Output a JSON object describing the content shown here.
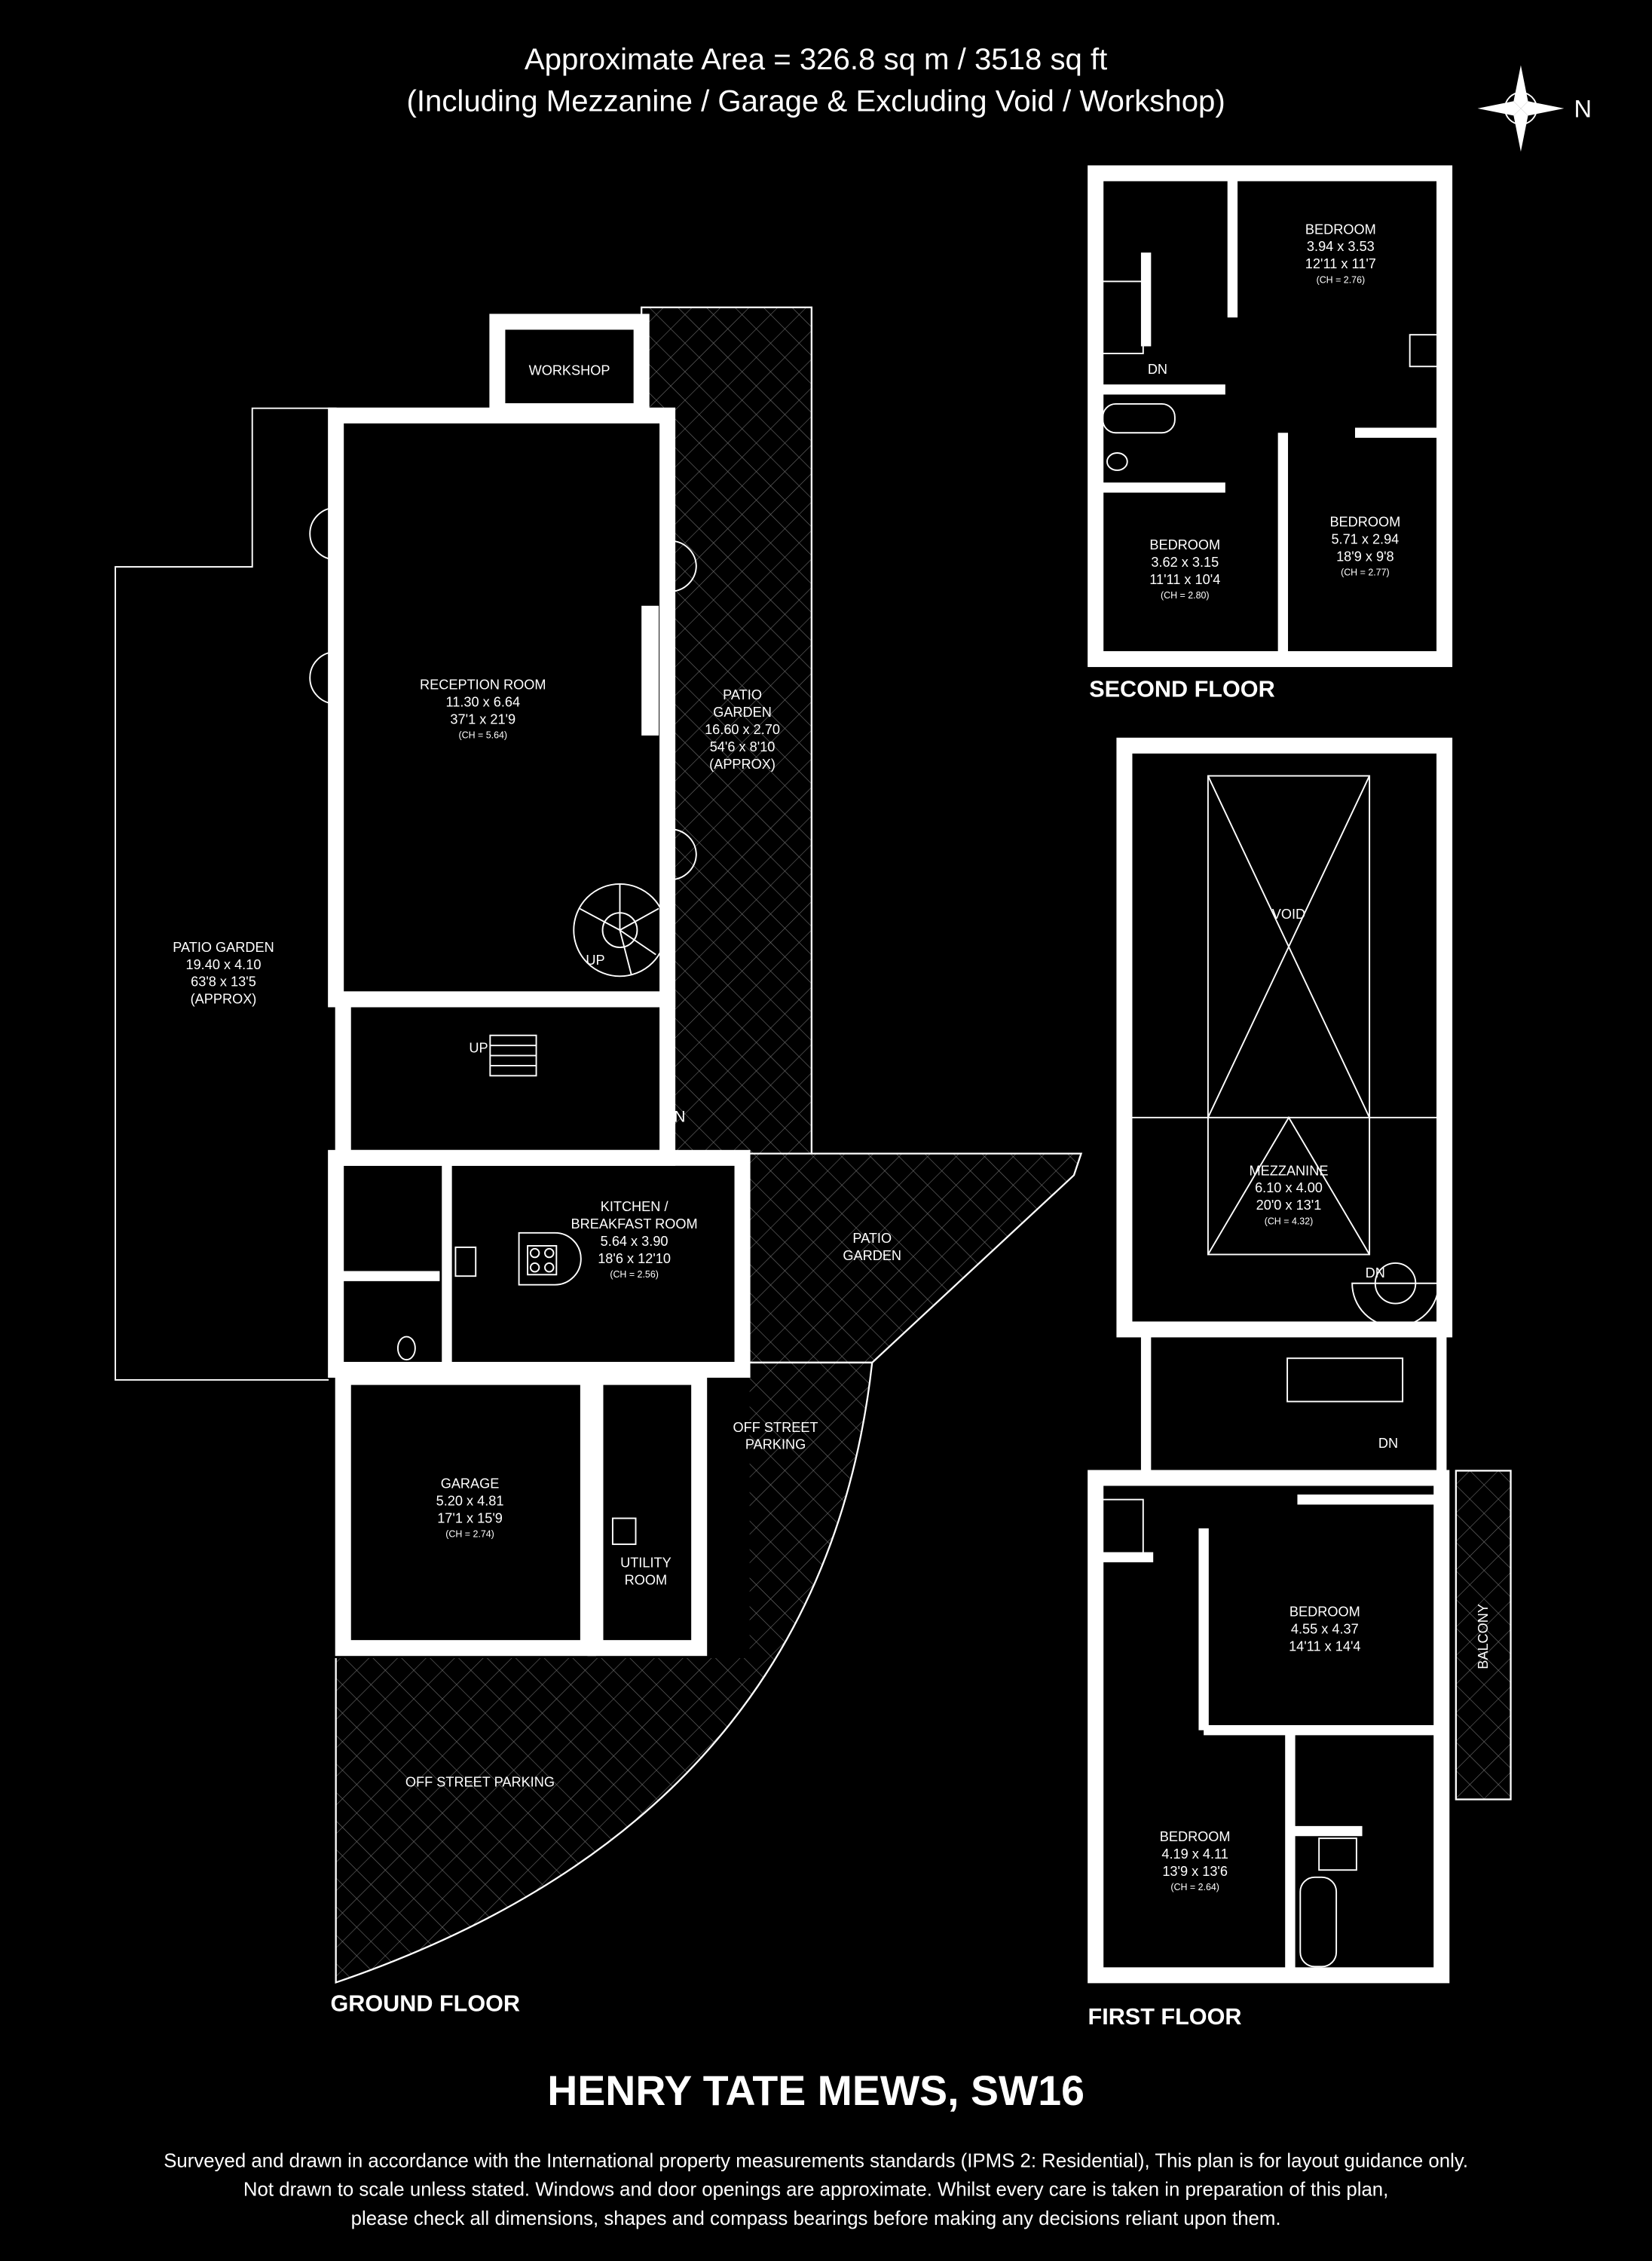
{
  "header": {
    "area_line": "Approximate Area = 326.8 sq m / 3518 sq ft",
    "note_line": "(Including Mezzanine / Garage & Excluding Void / Workshop)",
    "compass_label": "N"
  },
  "colors": {
    "background": "#000000",
    "lines": "#ffffff",
    "hatch": "#7a7a7a"
  },
  "ground_floor": {
    "title": "GROUND FLOOR",
    "workshop": "WORKSHOP",
    "reception": {
      "name": "RECEPTION ROOM",
      "metric": "11.30 x 6.64",
      "imperial": "37'1 x 21'9",
      "ch": "(CH = 5.64)"
    },
    "patio_right": {
      "l1": "PATIO",
      "l2": "GARDEN",
      "metric": "16.60 x 2.70",
      "imperial": "54'6 x 8'10",
      "approx": "(APPROX)"
    },
    "patio_left": {
      "name": "PATIO GARDEN",
      "metric": "19.40 x 4.10",
      "imperial": "63'8 x 13'5",
      "approx": "(APPROX)"
    },
    "kitchen": {
      "l1": "KITCHEN /",
      "l2": "BREAKFAST ROOM",
      "metric": "5.64 x 3.90",
      "imperial": "18'6 x 12'10",
      "ch": "(CH = 2.56)"
    },
    "patio_small": {
      "l1": "PATIO",
      "l2": "GARDEN"
    },
    "garage": {
      "name": "GARAGE",
      "metric": "5.20 x 4.81",
      "imperial": "17'1 x 15'9",
      "ch": "(CH = 2.74)"
    },
    "utility": {
      "l1": "UTILITY",
      "l2": "ROOM"
    },
    "parking_upper": {
      "l1": "OFF STREET",
      "l2": "PARKING"
    },
    "parking_lower": "OFF STREET PARKING",
    "stairs_up_1": "UP",
    "stairs_up_2": "UP",
    "entrance": "IN"
  },
  "second_floor": {
    "title": "SECOND FLOOR",
    "bed1": {
      "name": "BEDROOM",
      "metric": "3.94 x 3.53",
      "imperial": "12'11 x 11'7",
      "ch": "(CH = 2.76)"
    },
    "bed2": {
      "name": "BEDROOM",
      "metric": "3.62 x 3.15",
      "imperial": "11'11 x 10'4",
      "ch": "(CH = 2.80)"
    },
    "bed3": {
      "name": "BEDROOM",
      "metric": "5.71 x 2.94",
      "imperial": "18'9 x 9'8",
      "ch": "(CH = 2.77)"
    },
    "stairs_dn": "DN"
  },
  "first_floor": {
    "title": "FIRST FLOOR",
    "void": "VOID",
    "mezzanine": {
      "name": "MEZZANINE",
      "metric": "6.10 x 4.00",
      "imperial": "20'0 x 13'1",
      "ch": "(CH = 4.32)"
    },
    "mezz_dn": "DN",
    "stairs_dn": "DN",
    "bed1": {
      "name": "BEDROOM",
      "metric": "4.55 x 4.37",
      "imperial": "14'11 x 14'4"
    },
    "bed2": {
      "name": "BEDROOM",
      "metric": "4.19 x 4.11",
      "imperial": "13'9 x 13'6",
      "ch": "(CH = 2.64)"
    },
    "balcony": "BALCONY"
  },
  "footer": {
    "title": "HENRY TATE MEWS, SW16",
    "disclaimer_1": "Surveyed and drawn in accordance with the International property measurements standards (IPMS 2: Residential), This plan is for layout guidance only.",
    "disclaimer_2": "Not drawn to scale unless stated. Windows and door openings are approximate. Whilst every care is taken in preparation of this plan,",
    "disclaimer_3": "please check all dimensions, shapes and compass bearings before making any decisions reliant upon them."
  }
}
